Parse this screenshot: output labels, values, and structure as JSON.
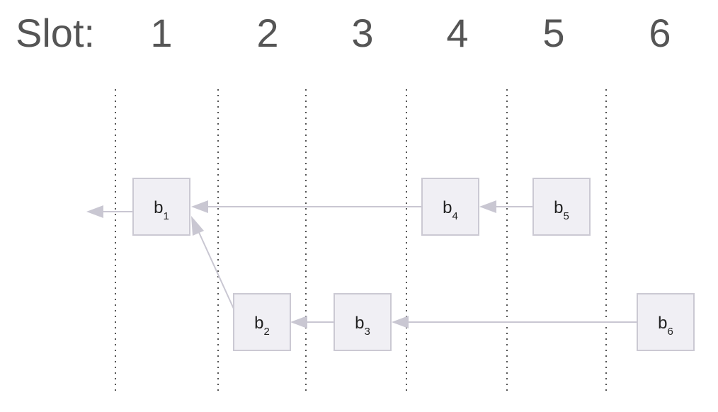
{
  "header": {
    "label": "Slot:",
    "slots": [
      "1",
      "2",
      "3",
      "4",
      "5",
      "6"
    ]
  },
  "blocks": [
    {
      "id": "b1",
      "letter": "b",
      "sub": "1"
    },
    {
      "id": "b2",
      "letter": "b",
      "sub": "2"
    },
    {
      "id": "b3",
      "letter": "b",
      "sub": "3"
    },
    {
      "id": "b4",
      "letter": "b",
      "sub": "4"
    },
    {
      "id": "b5",
      "letter": "b",
      "sub": "5"
    },
    {
      "id": "b6",
      "letter": "b",
      "sub": "6"
    }
  ],
  "edges": [
    {
      "from": "b1",
      "to": "previous"
    },
    {
      "from": "b2",
      "to": "b1"
    },
    {
      "from": "b3",
      "to": "b2"
    },
    {
      "from": "b4",
      "to": "b1"
    },
    {
      "from": "b5",
      "to": "b4"
    },
    {
      "from": "b6",
      "to": "b3"
    }
  ],
  "colors": {
    "block_fill": "#f0eff4",
    "block_border": "#cbc9d3",
    "edge": "#c9c7d2",
    "header_text": "#555555",
    "divider": "#555555"
  }
}
